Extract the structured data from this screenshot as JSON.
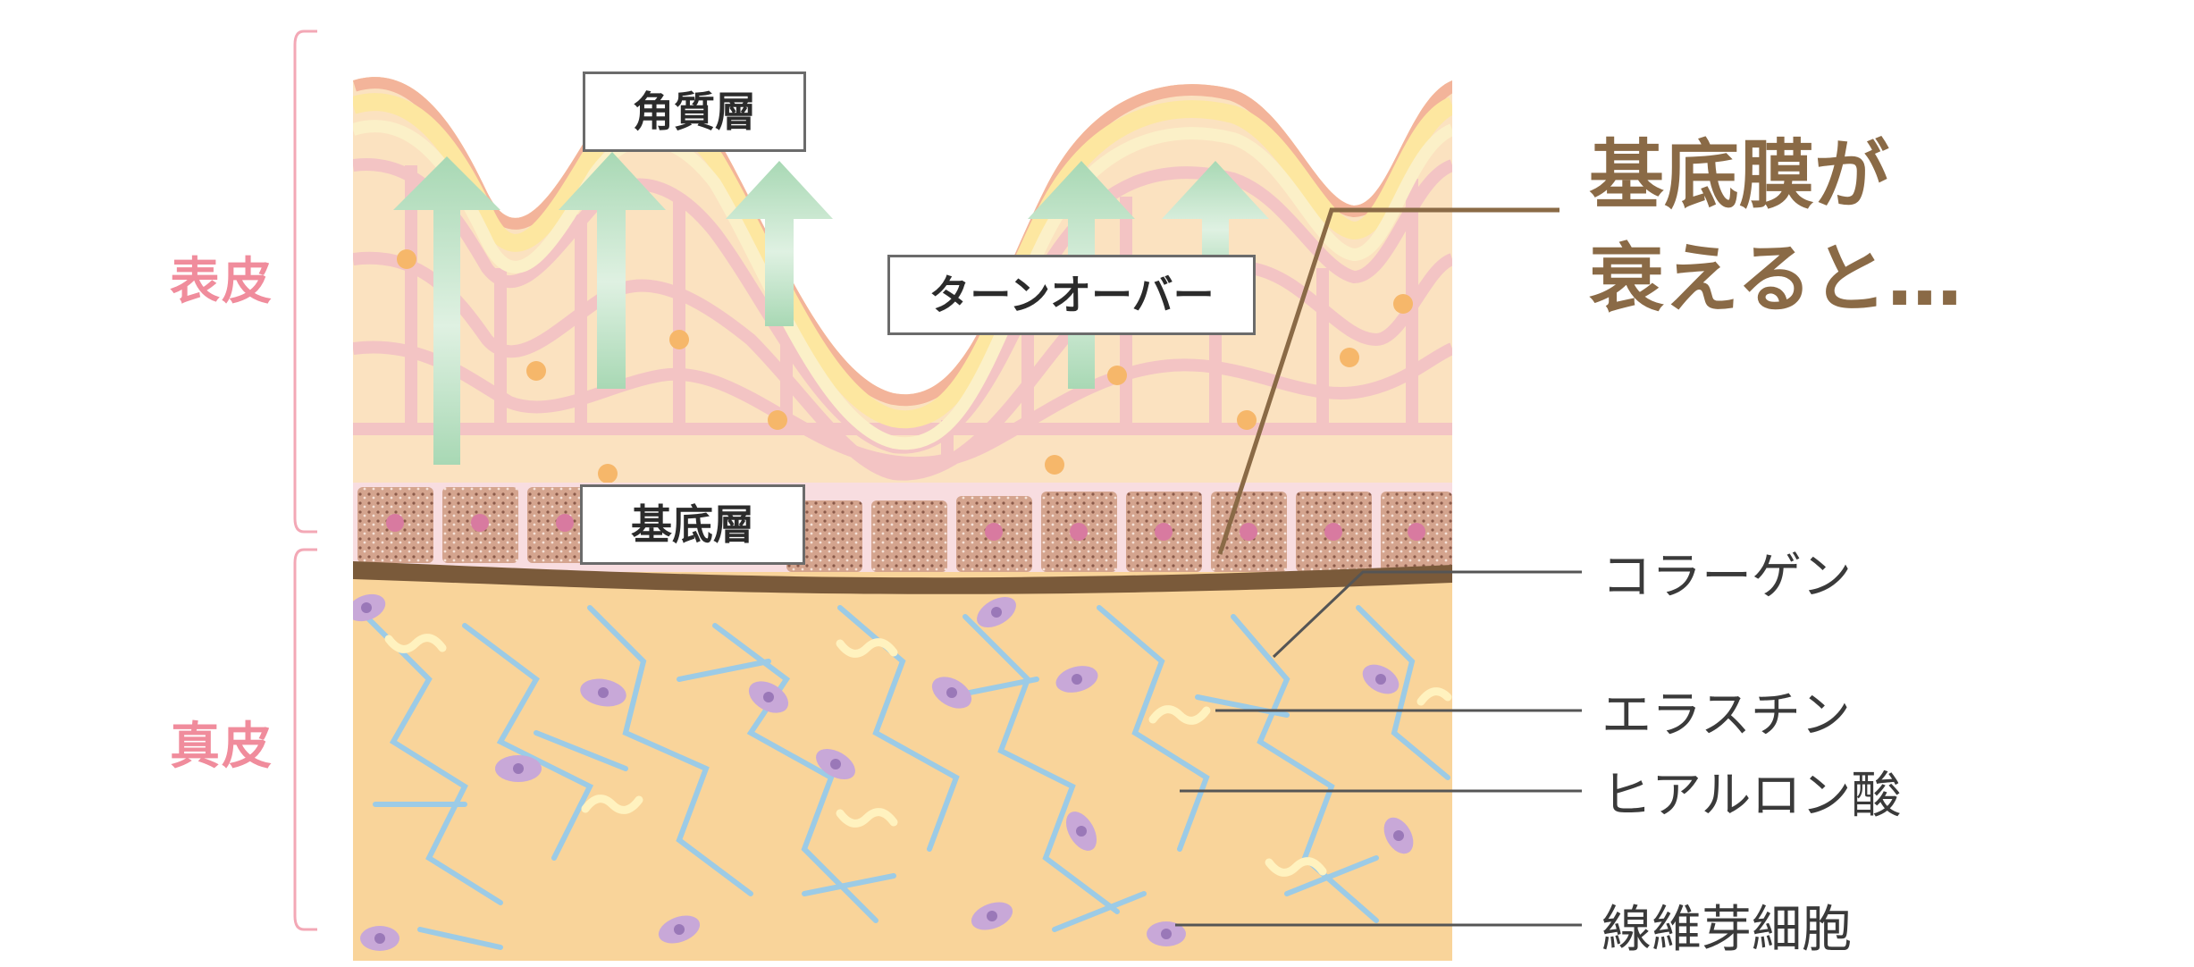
{
  "regions": {
    "epidermis": "表皮",
    "dermis": "真皮"
  },
  "labels": {
    "stratum_corneum": "角質層",
    "turnover": "ターンオーバー",
    "basal_layer": "基底層"
  },
  "headline": {
    "line1": "基底膜が",
    "line2": "衰えると…"
  },
  "callouts": {
    "collagen": "コラーゲン",
    "elastin": "エラスチン",
    "hyaluronic_acid": "ヒアルロン酸",
    "fibroblast": "線維芽細胞"
  },
  "colors": {
    "region_pink": "#f08c9c",
    "headline_brown": "#8a6a46",
    "dermis_fill": "#f9d49a",
    "collagen_blue": "#9ccbe6",
    "elastin_yellow": "#fff2bf",
    "fibroblast_purple": "#c8a8d8",
    "basement_membrane": "#7a5a3a",
    "arrow_green": "#b4dcbc"
  }
}
